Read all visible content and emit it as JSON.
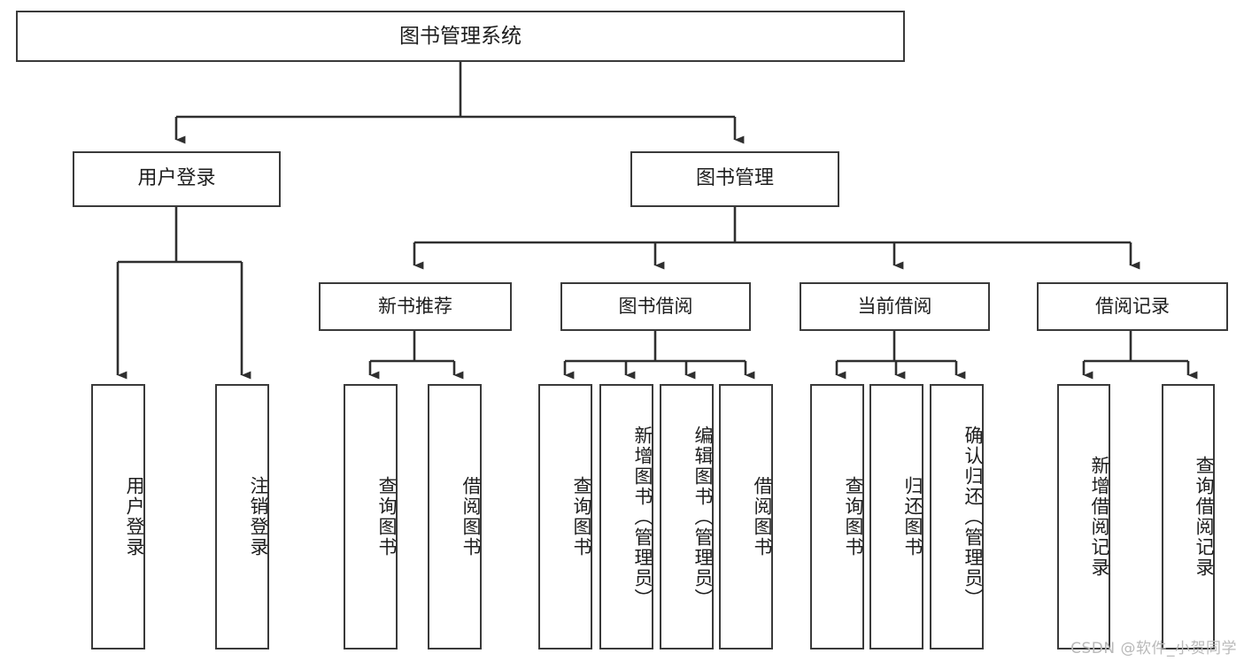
{
  "diagram": {
    "title": "图书管理系统",
    "type": "tree-hierarchy-diagram",
    "watermark": "CSDN @软件_小贺同学",
    "colors": {
      "box_border": "#3a3a3a",
      "box_fill": "#ffffff",
      "connector": "#2f2f2f",
      "text": "#1d1d1d",
      "watermark": "#b9b9b9",
      "background": "#ffffff"
    },
    "root": {
      "label": "图书管理系统"
    },
    "level2": [
      {
        "label": "用户登录"
      },
      {
        "label": "图书管理"
      }
    ],
    "level3": [
      {
        "label": "新书推荐"
      },
      {
        "label": "图书借阅"
      },
      {
        "label": "当前借阅"
      },
      {
        "label": "借阅记录"
      }
    ],
    "leaves": {
      "user_login": [
        {
          "label": "用户登录"
        },
        {
          "label": "注销登录"
        }
      ],
      "new_book_recommend": [
        {
          "label": "查询图书"
        },
        {
          "label": "借阅图书"
        }
      ],
      "book_borrow": [
        {
          "label": "查询图书"
        },
        {
          "label": "新增图书（管理员）"
        },
        {
          "label": "编辑图书（管理员）"
        },
        {
          "label": "借阅图书"
        }
      ],
      "current_borrow": [
        {
          "label": "查询图书"
        },
        {
          "label": "归还图书"
        },
        {
          "label": "确认归还（管理员）"
        }
      ],
      "borrow_record": [
        {
          "label": "新增借阅记录"
        },
        {
          "label": "查询借阅记录"
        }
      ]
    }
  }
}
